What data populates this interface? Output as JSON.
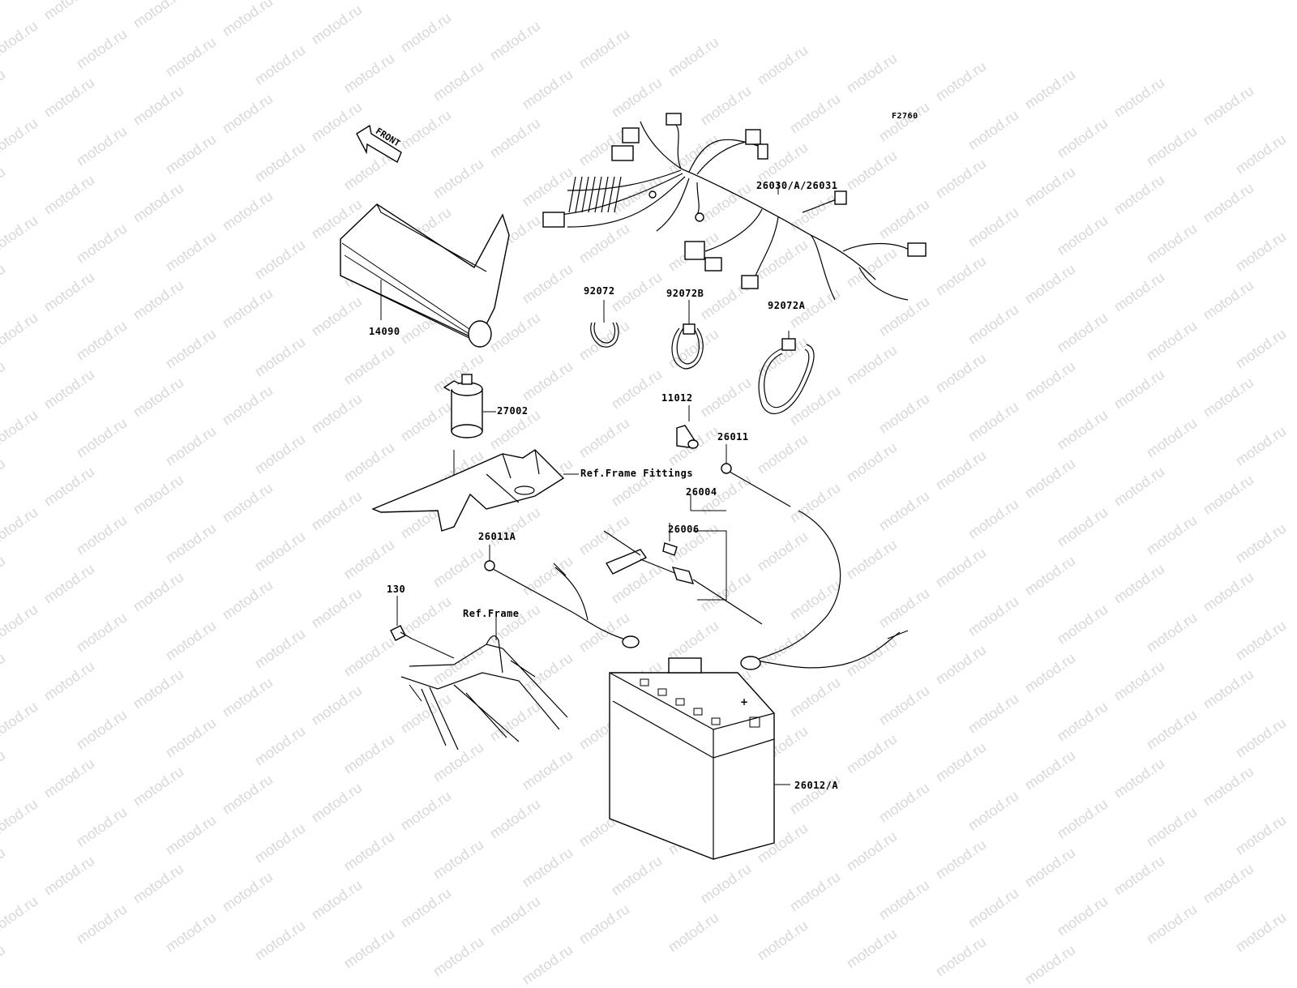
{
  "figure_code": "F2760",
  "front_arrow_text": "FRONT",
  "watermark_text": "motod.ru",
  "part_labels": {
    "p14090": "14090",
    "p26030": "26030/A/26031",
    "p92072": "92072",
    "p92072B": "92072B",
    "p92072A": "92072A",
    "p27002": "27002",
    "p11012": "11012",
    "p26011": "26011",
    "ref_frame_fittings": "Ref.Frame Fittings",
    "p26004": "26004",
    "p26006": "26006",
    "p26011A": "26011A",
    "p130": "130",
    "ref_frame": "Ref.Frame",
    "p26012": "26012/A"
  },
  "battery_terminal_mark": "+",
  "colors": {
    "line": "#000000",
    "background": "#ffffff",
    "watermark": "#d8d8d8"
  }
}
